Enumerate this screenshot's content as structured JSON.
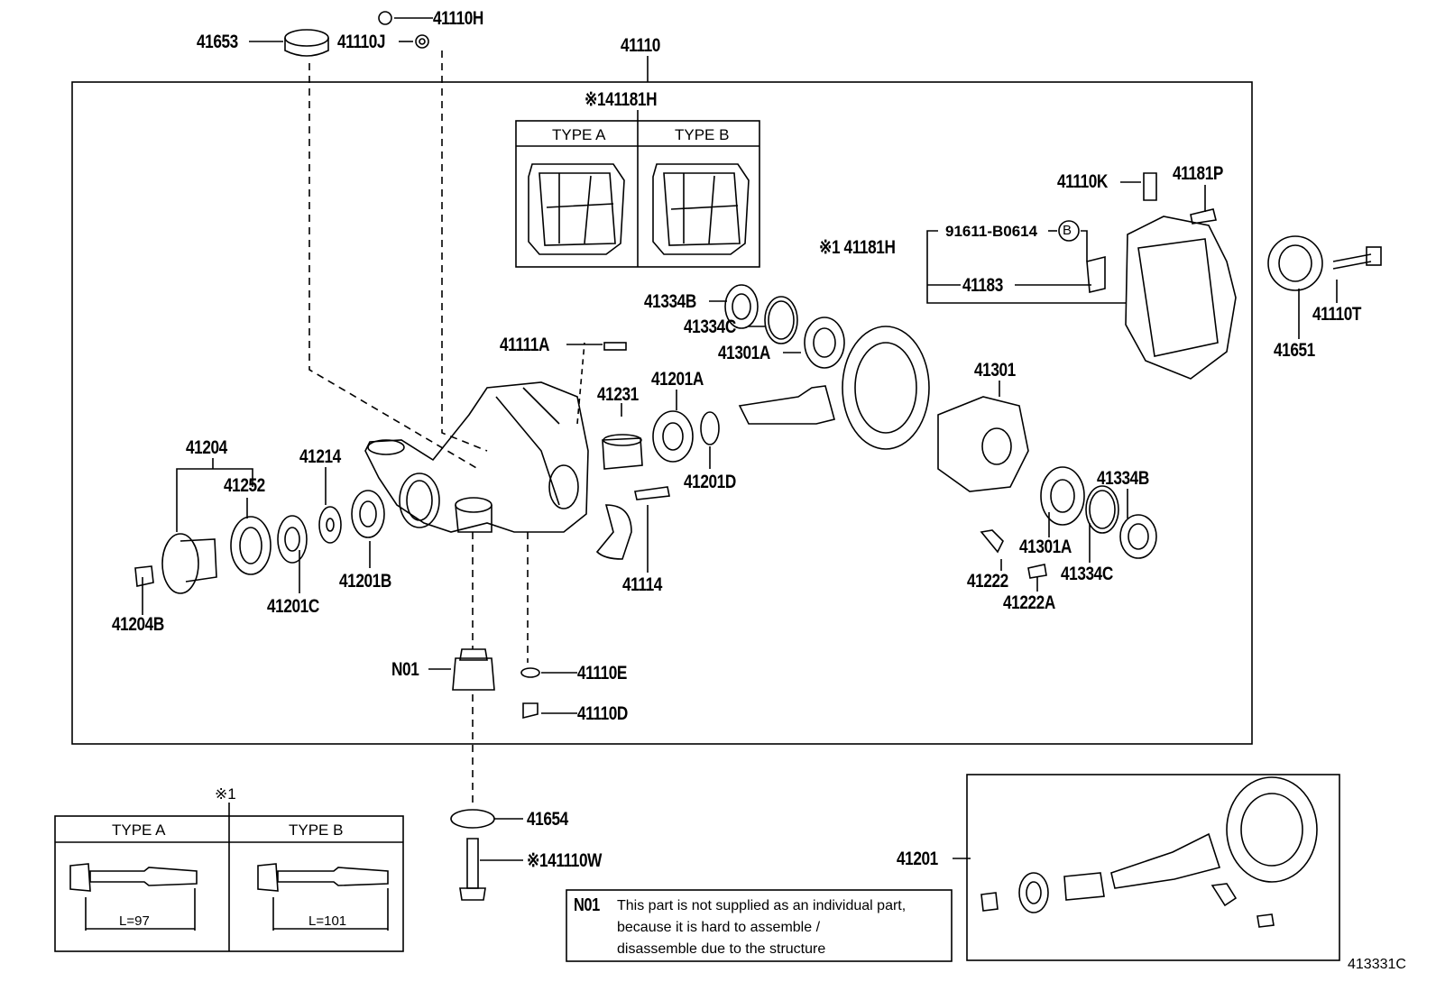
{
  "labels": {
    "p41110H": "41110H",
    "p41653": "41653",
    "p41110J": "41110J",
    "p41110": "41110",
    "p41181H_top": "※141181H",
    "typeA_top": "TYPE A",
    "typeB_top": "TYPE B",
    "p41110K": "41110K",
    "p41181P": "41181P",
    "p41181H_right": "※1 41181H",
    "p91611": "91611-B0614",
    "circleB": "B",
    "p41183": "41183",
    "p41334B_top": "41334B",
    "p41334C_top": "41334C",
    "p41301A_top": "41301A",
    "p41111A": "41111A",
    "p41231": "41231",
    "p41201A": "41201A",
    "p41301": "41301",
    "p41110T": "41110T",
    "p41651": "41651",
    "p41204": "41204",
    "p41214": "41214",
    "p41252": "41252",
    "p41201D": "41201D",
    "p41334B_right": "41334B",
    "p41201B": "41201B",
    "p41201C": "41201C",
    "p41204B": "41204B",
    "p41114": "41114",
    "p41301A_bottom": "41301A",
    "p41334C_bottom": "41334C",
    "p41222": "41222",
    "p41222A": "41222A",
    "pN01": "N01",
    "p41110E": "41110E",
    "p41110D": "41110D",
    "mark1_bolt": "※1",
    "boltTypeA": "TYPE A",
    "boltTypeB": "TYPE B",
    "lenA": "L=97",
    "lenB": "L=101",
    "p41654": "41654",
    "p41110W": "※141110W",
    "p41201": "41201",
    "docId": "413331C"
  },
  "note": {
    "code": "N01",
    "line1": "This part is not supplied as an individual part,",
    "line2": "because it is hard to assemble /",
    "line3": "disassemble due to the structure"
  }
}
